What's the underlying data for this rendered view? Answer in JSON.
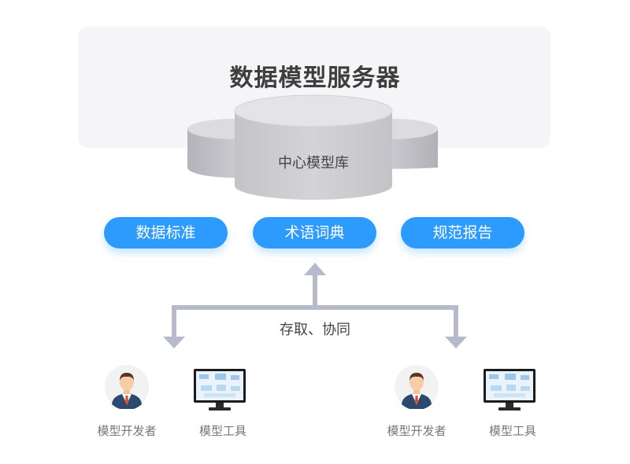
{
  "server": {
    "title": "数据模型服务器"
  },
  "repository": {
    "label": "中心模型库"
  },
  "services": [
    {
      "label": "数据标准"
    },
    {
      "label": "术语词典"
    },
    {
      "label": "规范报告"
    }
  ],
  "flow": {
    "label": "存取、协同"
  },
  "clients": [
    {
      "developer_label": "模型开发者",
      "tool_label": "模型工具"
    },
    {
      "developer_label": "模型开发者",
      "tool_label": "模型工具"
    }
  ],
  "colors": {
    "accent": "#2c9bfd",
    "arrow": "#b7bacb",
    "panel": "#f5f5f7",
    "cylinder": "#c4c4c9"
  }
}
